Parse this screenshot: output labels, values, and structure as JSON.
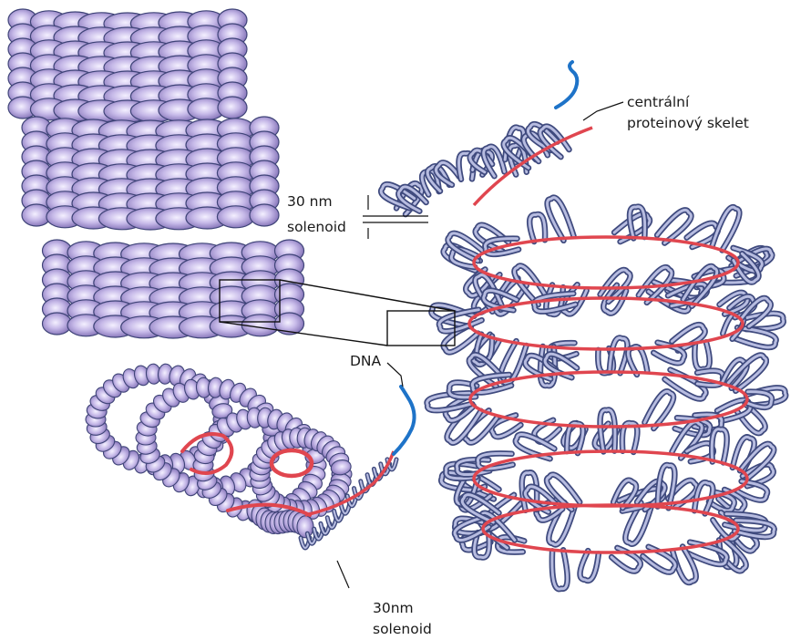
{
  "labels": {
    "central_line1": "centrální",
    "central_line2": "proteinový skelet",
    "solenoid_top_line1": "30 nm",
    "solenoid_top_line2": "solenoid",
    "dna": "DNA",
    "solenoid_bottom_line1": "30nm",
    "solenoid_bottom_line2": "solenoid"
  },
  "colors": {
    "bead_dark": "#6a5a9c",
    "bead_mid": "#a898d4",
    "bead_light": "#f4f0ff",
    "fiber_outline": "#3f4a7e",
    "fiber_fill": "#b7bce0",
    "scaffold_red": "#e0464f",
    "dna_blue": "#1e73c8"
  }
}
